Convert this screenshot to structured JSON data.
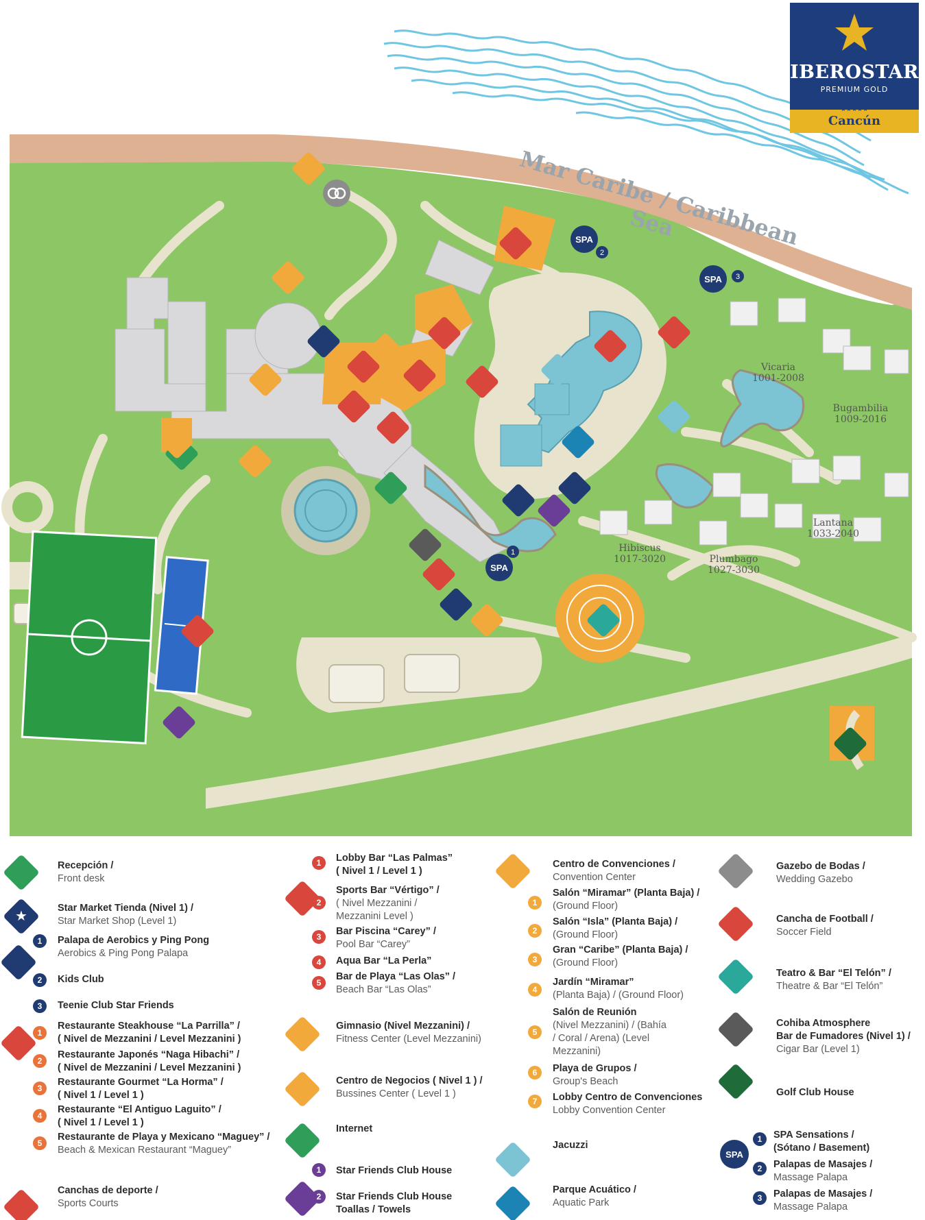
{
  "brand": {
    "name": "IBEROSTAR",
    "tier": "PREMIUM GOLD",
    "stars": "★★★★★",
    "city": "Cancún"
  },
  "map": {
    "sea_label": "Mar Caribe / Caribbean Sea",
    "buildings": [
      {
        "name": "Vicaria",
        "rooms": "1001-2008"
      },
      {
        "name": "Bugambilia",
        "rooms": "1009-2016"
      },
      {
        "name": "Lantana",
        "rooms": "1033-2040"
      },
      {
        "name": "Hibiscus",
        "rooms": "1017-3020"
      },
      {
        "name": "Plumbago",
        "rooms": "1027-3030"
      }
    ],
    "spa_label": "SPA",
    "colors": {
      "grass": "#8cc665",
      "path": "#e8e3cc",
      "building": "#d9d9db",
      "sand": "#deb193",
      "pool": "#7cc4d3",
      "orange": "#f2a93b",
      "red": "#d9473c",
      "navy": "#1f3b72",
      "purple": "#6a3d96",
      "field": "#2b9a45",
      "court": "#2f6bc6"
    }
  },
  "legend": {
    "col1": [
      {
        "icon": "front-desk-icon",
        "title": "Recepción /",
        "sub": "Front desk"
      },
      {
        "icon": "star-market-icon",
        "title": "Star Market Tienda (Nivel 1) /",
        "sub": "Star Market Shop (Level 1)"
      },
      {
        "num": "1",
        "title": "Palapa de Aerobics y Ping Pong",
        "sub": "Aerobics & Ping Pong Palapa"
      },
      {
        "num": "2",
        "title": "Kids Club",
        "sub": ""
      },
      {
        "num": "3",
        "title": "Teenie Club Star Friends",
        "sub": ""
      },
      {
        "num": "1",
        "title": "Restaurante Steakhouse “La Parrilla” /",
        "sub": "( Nivel de Mezzanini / Level Mezzanini )"
      },
      {
        "num": "2",
        "title": "Restaurante Japonés “Naga Hibachi” /",
        "sub": "( Nivel de Mezzanini / Level Mezzanini )"
      },
      {
        "num": "3",
        "title": "Restaurante Gourmet “La Horma” /",
        "sub": "( Nivel 1 / Level 1 )"
      },
      {
        "num": "4",
        "title": "Restaurante “El Antiguo Laguito” /",
        "sub": "( Nivel 1 / Level 1 )"
      },
      {
        "num": "5",
        "title": "Restaurante de Playa y Mexicano “Maguey” /",
        "sub": "Beach & Mexican Restaurant “Maguey”"
      },
      {
        "icon": "sports-courts-icon",
        "title": "Canchas de deporte /",
        "sub": "Sports Courts"
      }
    ],
    "col2": [
      {
        "num": "1",
        "title": "Lobby Bar “Las Palmas”",
        "sub": "( Nivel 1 / Level 1 )"
      },
      {
        "num": "2",
        "title": "Sports Bar “Vértigo” /",
        "sub": "( Nivel Mezzanini / Mezzanini Level )"
      },
      {
        "num": "3",
        "title": "Bar Piscina “Carey” /",
        "sub": "Pool Bar “Carey”"
      },
      {
        "num": "4",
        "title": "Aqua Bar “La Perla”",
        "sub": ""
      },
      {
        "num": "5",
        "title": "Bar de Playa “Las Olas” /",
        "sub": "Beach Bar “Las Olas”"
      },
      {
        "icon": "gym-icon",
        "title": "Gimnasio (Nivel Mezzanini) /",
        "sub": "Fitness Center (Level Mezzanini)"
      },
      {
        "icon": "business-center-icon",
        "title": "Centro de Negocios ( Nivel 1 ) /",
        "sub": "Bussines Center ( Level 1 )"
      },
      {
        "icon": "internet-icon",
        "title": "Internet",
        "sub": ""
      },
      {
        "num": "1",
        "title": "Star Friends Club House",
        "sub": ""
      },
      {
        "num": "2",
        "title": "Star Friends Club House",
        "sub": "Toallas / Towels"
      }
    ],
    "col3": [
      {
        "icon": "convention-center-icon",
        "title": "Centro de Convenciones /",
        "sub": "Convention Center"
      },
      {
        "num": "1",
        "title": "Salón “Miramar” (Planta Baja) /",
        "sub": "(Ground Floor)"
      },
      {
        "num": "2",
        "title": "Salón “Isla” (Planta Baja) /",
        "sub": "(Ground Floor)"
      },
      {
        "num": "3",
        "title": "Gran “Caribe” (Planta Baja) /",
        "sub": "(Ground Floor)"
      },
      {
        "num": "4",
        "title": "Jardín “Miramar”",
        "sub": "(Planta Baja) / (Ground Floor)"
      },
      {
        "num": "5",
        "title": "Salón de Reunión",
        "sub": "(Nivel Mezzanini) / (Bahía / Coral / Arena) (Level Mezzanini)"
      },
      {
        "num": "6",
        "title": "Playa de Grupos /",
        "sub": "Group's Beach"
      },
      {
        "num": "7",
        "title": "Lobby Centro de Convenciones",
        "sub": "Lobby Convention Center"
      },
      {
        "icon": "jacuzzi-icon",
        "title": "Jacuzzi",
        "sub": ""
      },
      {
        "icon": "aquatic-park-icon",
        "title": "Parque Acuático /",
        "sub": "Aquatic Park"
      }
    ],
    "col4": [
      {
        "icon": "wedding-gazebo-icon",
        "title": "Gazebo de Bodas /",
        "sub": "Wedding Gazebo"
      },
      {
        "icon": "soccer-field-icon",
        "title": "Cancha de Football /",
        "sub": "Soccer Field"
      },
      {
        "icon": "theatre-icon",
        "title": "Teatro & Bar “El Telón” /",
        "sub": "Theatre & Bar “El Telón”"
      },
      {
        "icon": "cigar-bar-icon",
        "title": "Cohiba Atmosphere",
        "sub": "Bar de Fumadores (Nivel 1) /",
        "sub2": "Cigar Bar (Level 1)"
      },
      {
        "icon": "golf-club-icon",
        "title": "Golf Club House",
        "sub": ""
      },
      {
        "num": "1",
        "title": "SPA Sensations /",
        "sub": "(Sótano / Basement)"
      },
      {
        "num": "2",
        "title": "Palapas de Masajes /",
        "sub": "Massage Palapa"
      },
      {
        "num": "3",
        "title": "Palapas de Masajes /",
        "sub": "Massage Palapa"
      }
    ]
  }
}
